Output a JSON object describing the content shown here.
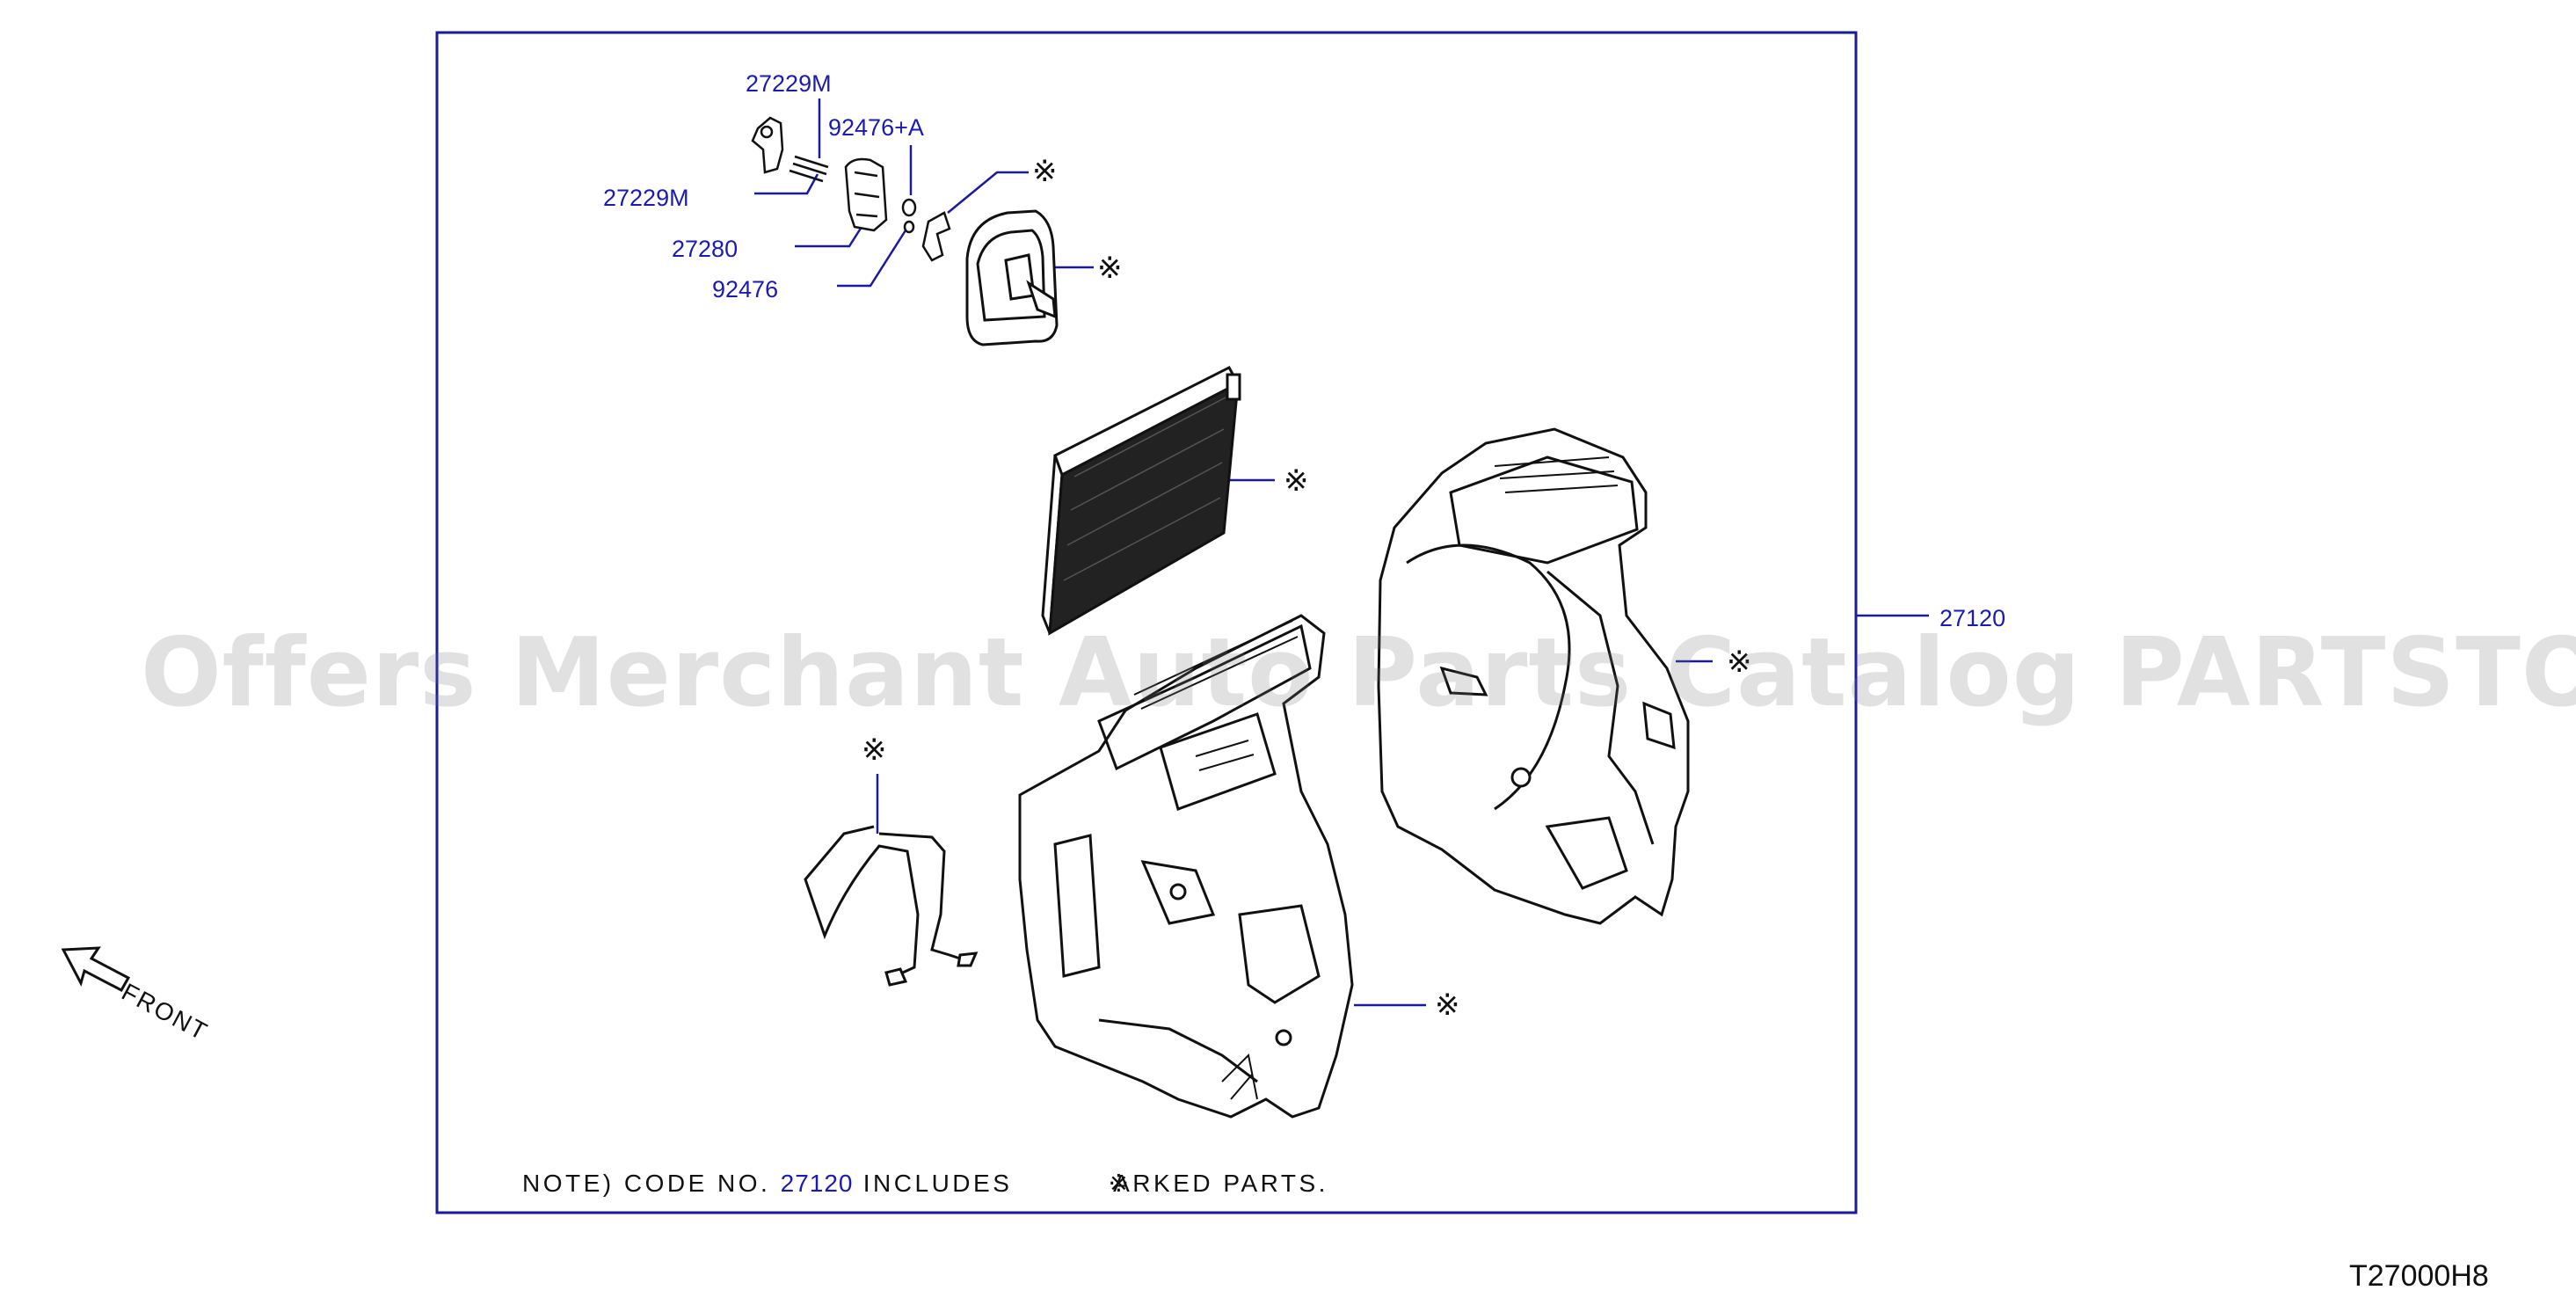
{
  "callouts": {
    "p27229m_top": "27229M",
    "p92476a": "92476+A",
    "p27229m_left": "27229M",
    "p27280": "27280",
    "p92476": "92476",
    "p27120": "27120"
  },
  "mark_symbol": "※",
  "note": {
    "prefix": "NOTE)  CODE  NO.",
    "code": "27120",
    "middle": "INCLUDES",
    "symbol": "※",
    "suffix": "ARKED  PARTS."
  },
  "front_label": "FRONT",
  "diagram_code": "T27000H8",
  "watermark": "Offers Merchant Auto Parts Catalog PARTSTORE.SA",
  "colors": {
    "frame": "#1a1aa0",
    "label": "#1a1ab8",
    "ink": "#111111"
  }
}
